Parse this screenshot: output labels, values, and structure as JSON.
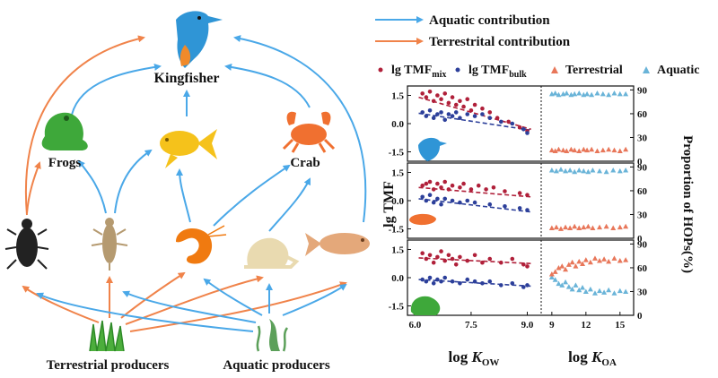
{
  "legend_top": {
    "aquatic": {
      "label": "Aquatic contribution",
      "color": "#4aa8e8"
    },
    "terrestrial": {
      "label": "Terrestrital contribution",
      "color": "#f0834a"
    }
  },
  "web": {
    "kingfisher": "Kingfisher",
    "frogs": "Frogs",
    "crab": "Crab",
    "terrestrial_producers": "Terrestrial producers",
    "aquatic_producers": "Aquatic producers"
  },
  "chart_legend": {
    "mix_prefix": "lg TMF",
    "mix_sub": "mix",
    "bulk_prefix": "lg TMF",
    "bulk_sub": "bulk",
    "terrestrial": "Terrestrial",
    "aquatic": "Aquatic"
  },
  "colors": {
    "mix": "#b0203a",
    "bulk": "#2c3f9a",
    "terrestrial": "#e8775a",
    "aquatic": "#6ab4d8"
  },
  "chart_data": [
    {
      "type": "scatter",
      "panel": "kingfisher",
      "ylabel": "lg TMF",
      "ylim": [
        -2,
        2
      ],
      "yticks": [
        -1.5,
        0.0,
        1.5
      ],
      "xlim": [
        5.8,
        9.3
      ],
      "xticks": [
        6.0,
        7.5,
        9.0
      ],
      "series": [
        {
          "name": "mix",
          "points": [
            [
              6.2,
              1.6
            ],
            [
              6.3,
              1.4
            ],
            [
              6.4,
              1.7
            ],
            [
              6.5,
              1.2
            ],
            [
              6.6,
              1.5
            ],
            [
              6.7,
              1.3
            ],
            [
              6.8,
              1.6
            ],
            [
              6.9,
              1.1
            ],
            [
              7.0,
              1.4
            ],
            [
              7.1,
              1.0
            ],
            [
              7.2,
              1.2
            ],
            [
              7.3,
              0.9
            ],
            [
              7.4,
              1.3
            ],
            [
              7.5,
              0.7
            ],
            [
              7.6,
              1.0
            ],
            [
              7.8,
              0.8
            ],
            [
              8.0,
              0.6
            ],
            [
              8.2,
              0.3
            ],
            [
              8.5,
              0.1
            ],
            [
              8.8,
              -0.2
            ],
            [
              9.0,
              -0.4
            ]
          ]
        },
        {
          "name": "bulk",
          "points": [
            [
              6.2,
              0.6
            ],
            [
              6.3,
              0.4
            ],
            [
              6.4,
              0.7
            ],
            [
              6.5,
              0.3
            ],
            [
              6.6,
              0.5
            ],
            [
              6.7,
              0.6
            ],
            [
              6.8,
              0.2
            ],
            [
              6.9,
              0.5
            ],
            [
              7.0,
              0.4
            ],
            [
              7.1,
              0.6
            ],
            [
              7.2,
              0.3
            ],
            [
              7.4,
              0.5
            ],
            [
              7.6,
              0.4
            ],
            [
              7.8,
              0.5
            ],
            [
              8.0,
              0.3
            ],
            [
              8.3,
              0.1
            ],
            [
              8.6,
              0.0
            ],
            [
              8.9,
              -0.3
            ],
            [
              9.0,
              -0.5
            ]
          ]
        },
        {
          "name": "mix-fit",
          "line": [
            [
              6.1,
              1.4
            ],
            [
              9.1,
              -0.3
            ]
          ]
        },
        {
          "name": "bulk-fit",
          "line": [
            [
              6.1,
              0.55
            ],
            [
              9.1,
              -0.35
            ]
          ]
        }
      ],
      "right": {
        "ylabel": "Proportion of HOPs(%)",
        "ylim": [
          0,
          95
        ],
        "yticks": [
          0,
          30,
          60,
          90
        ],
        "xlim": [
          8.3,
          16.2
        ],
        "xticks": [
          9,
          12,
          15
        ],
        "aquatic": [
          [
            9.0,
            85
          ],
          [
            9.3,
            86
          ],
          [
            9.6,
            84
          ],
          [
            10.0,
            85
          ],
          [
            10.3,
            86
          ],
          [
            10.7,
            84
          ],
          [
            11.0,
            85
          ],
          [
            11.4,
            86
          ],
          [
            11.8,
            84
          ],
          [
            12.1,
            85
          ],
          [
            12.5,
            84
          ],
          [
            13.0,
            86
          ],
          [
            13.5,
            85
          ],
          [
            14.0,
            84
          ],
          [
            14.5,
            86
          ],
          [
            15.0,
            85
          ],
          [
            15.5,
            85
          ]
        ],
        "terrestrial": [
          [
            9.0,
            14
          ],
          [
            9.3,
            13
          ],
          [
            9.6,
            15
          ],
          [
            10.0,
            14
          ],
          [
            10.3,
            13
          ],
          [
            10.7,
            15
          ],
          [
            11.0,
            14
          ],
          [
            11.4,
            13
          ],
          [
            11.8,
            15
          ],
          [
            12.1,
            14
          ],
          [
            12.5,
            15
          ],
          [
            13.0,
            13
          ],
          [
            13.5,
            14
          ],
          [
            14.0,
            15
          ],
          [
            14.5,
            14
          ],
          [
            15.0,
            13
          ],
          [
            15.5,
            15
          ]
        ]
      }
    },
    {
      "type": "scatter",
      "panel": "crab",
      "ylim": [
        -2,
        2
      ],
      "yticks": [
        -1.5,
        0.0,
        1.5
      ],
      "xlim": [
        5.8,
        9.3
      ],
      "xticks": [
        6.0,
        7.5,
        9.0
      ],
      "series": [
        {
          "name": "mix",
          "points": [
            [
              6.2,
              0.8
            ],
            [
              6.3,
              0.9
            ],
            [
              6.4,
              1.0
            ],
            [
              6.5,
              0.6
            ],
            [
              6.6,
              0.9
            ],
            [
              6.7,
              0.7
            ],
            [
              6.8,
              1.0
            ],
            [
              6.9,
              0.6
            ],
            [
              7.0,
              0.8
            ],
            [
              7.2,
              0.7
            ],
            [
              7.3,
              0.9
            ],
            [
              7.5,
              0.6
            ],
            [
              7.7,
              0.8
            ],
            [
              7.9,
              0.6
            ],
            [
              8.1,
              0.7
            ],
            [
              8.4,
              0.5
            ],
            [
              8.8,
              0.4
            ],
            [
              9.0,
              0.3
            ]
          ]
        },
        {
          "name": "bulk",
          "points": [
            [
              6.2,
              0.2
            ],
            [
              6.3,
              0.0
            ],
            [
              6.4,
              0.3
            ],
            [
              6.5,
              -0.1
            ],
            [
              6.6,
              0.1
            ],
            [
              6.7,
              -0.2
            ],
            [
              6.8,
              0.1
            ],
            [
              7.0,
              0.0
            ],
            [
              7.2,
              -0.1
            ],
            [
              7.4,
              0.0
            ],
            [
              7.6,
              -0.1
            ],
            [
              8.0,
              -0.2
            ],
            [
              8.4,
              -0.3
            ],
            [
              8.8,
              -0.4
            ],
            [
              9.0,
              -0.5
            ]
          ]
        },
        {
          "name": "mix-fit",
          "line": [
            [
              6.1,
              0.7
            ],
            [
              9.1,
              0.2
            ]
          ]
        },
        {
          "name": "bulk-fit",
          "line": [
            [
              6.1,
              0.1
            ],
            [
              9.1,
              -0.6
            ]
          ]
        }
      ],
      "right": {
        "ylim": [
          0,
          95
        ],
        "yticks": [
          0,
          30,
          60,
          90
        ],
        "xlim": [
          8.3,
          16.2
        ],
        "xticks": [
          9,
          12,
          15
        ],
        "aquatic": [
          [
            9.0,
            86
          ],
          [
            9.4,
            85
          ],
          [
            9.8,
            87
          ],
          [
            10.2,
            85
          ],
          [
            10.6,
            86
          ],
          [
            11.0,
            84
          ],
          [
            11.4,
            86
          ],
          [
            11.8,
            85
          ],
          [
            12.2,
            84
          ],
          [
            12.6,
            86
          ],
          [
            13.2,
            85
          ],
          [
            13.8,
            84
          ],
          [
            14.4,
            86
          ],
          [
            15.0,
            85
          ],
          [
            15.5,
            86
          ]
        ],
        "terrestrial": [
          [
            9.0,
            13
          ],
          [
            9.4,
            14
          ],
          [
            9.8,
            12
          ],
          [
            10.2,
            14
          ],
          [
            10.6,
            13
          ],
          [
            11.0,
            15
          ],
          [
            11.4,
            13
          ],
          [
            11.8,
            14
          ],
          [
            12.2,
            15
          ],
          [
            12.6,
            13
          ],
          [
            13.2,
            14
          ],
          [
            13.8,
            15
          ],
          [
            14.4,
            13
          ],
          [
            15.0,
            14
          ],
          [
            15.5,
            15
          ]
        ]
      }
    },
    {
      "type": "scatter",
      "panel": "frogs",
      "ylim": [
        -2,
        2
      ],
      "yticks": [
        -1.5,
        0.0,
        1.5
      ],
      "xlim": [
        5.8,
        9.3
      ],
      "xticks": [
        6.0,
        7.5,
        9.0
      ],
      "series": [
        {
          "name": "mix",
          "points": [
            [
              6.2,
              1.3
            ],
            [
              6.3,
              1.0
            ],
            [
              6.4,
              1.2
            ],
            [
              6.5,
              0.8
            ],
            [
              6.6,
              1.1
            ],
            [
              6.7,
              1.4
            ],
            [
              6.8,
              0.9
            ],
            [
              6.9,
              1.2
            ],
            [
              7.0,
              1.0
            ],
            [
              7.1,
              0.7
            ],
            [
              7.2,
              1.1
            ],
            [
              7.4,
              0.9
            ],
            [
              7.6,
              1.2
            ],
            [
              7.8,
              0.8
            ],
            [
              8.0,
              1.0
            ],
            [
              8.3,
              0.8
            ],
            [
              8.6,
              1.0
            ],
            [
              8.9,
              0.7
            ],
            [
              9.0,
              0.6
            ]
          ]
        },
        {
          "name": "bulk",
          "points": [
            [
              6.2,
              -0.1
            ],
            [
              6.3,
              -0.2
            ],
            [
              6.4,
              0.0
            ],
            [
              6.5,
              -0.3
            ],
            [
              6.6,
              -0.1
            ],
            [
              6.7,
              -0.2
            ],
            [
              6.8,
              0.0
            ],
            [
              7.0,
              -0.2
            ],
            [
              7.2,
              -0.3
            ],
            [
              7.4,
              -0.1
            ],
            [
              7.6,
              -0.2
            ],
            [
              7.8,
              -0.3
            ],
            [
              8.0,
              -0.2
            ],
            [
              8.3,
              -0.4
            ],
            [
              8.6,
              -0.3
            ],
            [
              8.9,
              -0.5
            ],
            [
              9.0,
              -0.4
            ]
          ]
        },
        {
          "name": "mix-fit",
          "line": [
            [
              6.1,
              1.05
            ],
            [
              9.1,
              0.75
            ]
          ]
        },
        {
          "name": "bulk-fit",
          "line": [
            [
              6.1,
              -0.1
            ],
            [
              9.1,
              -0.45
            ]
          ]
        }
      ],
      "right": {
        "ylim": [
          0,
          95
        ],
        "yticks": [
          0,
          30,
          60,
          90
        ],
        "xlim": [
          8.3,
          16.2
        ],
        "xticks": [
          9,
          12,
          15
        ],
        "aquatic": [
          [
            9.0,
            48
          ],
          [
            9.3,
            45
          ],
          [
            9.6,
            40
          ],
          [
            9.9,
            38
          ],
          [
            10.2,
            42
          ],
          [
            10.5,
            36
          ],
          [
            10.8,
            33
          ],
          [
            11.1,
            38
          ],
          [
            11.4,
            32
          ],
          [
            11.7,
            35
          ],
          [
            12.0,
            30
          ],
          [
            12.4,
            33
          ],
          [
            12.8,
            28
          ],
          [
            13.2,
            31
          ],
          [
            13.6,
            29
          ],
          [
            14.0,
            32
          ],
          [
            14.5,
            28
          ],
          [
            15.0,
            31
          ],
          [
            15.5,
            30
          ]
        ],
        "terrestrial": [
          [
            9.0,
            52
          ],
          [
            9.3,
            55
          ],
          [
            9.6,
            60
          ],
          [
            9.9,
            62
          ],
          [
            10.2,
            58
          ],
          [
            10.5,
            64
          ],
          [
            10.8,
            67
          ],
          [
            11.1,
            62
          ],
          [
            11.4,
            68
          ],
          [
            11.7,
            65
          ],
          [
            12.0,
            70
          ],
          [
            12.4,
            67
          ],
          [
            12.8,
            72
          ],
          [
            13.2,
            69
          ],
          [
            13.6,
            71
          ],
          [
            14.0,
            68
          ],
          [
            14.5,
            72
          ],
          [
            15.0,
            69
          ],
          [
            15.5,
            70
          ]
        ]
      }
    }
  ],
  "axes": {
    "left_ylabel": "lg TMF",
    "right_ylabel": "Proportion of HOPs(%)",
    "xlabel_left": {
      "prefix": "log ",
      "italic": "K",
      "sub": "OW"
    },
    "xlabel_right": {
      "prefix": "log ",
      "italic": "K",
      "sub": "OA"
    }
  }
}
